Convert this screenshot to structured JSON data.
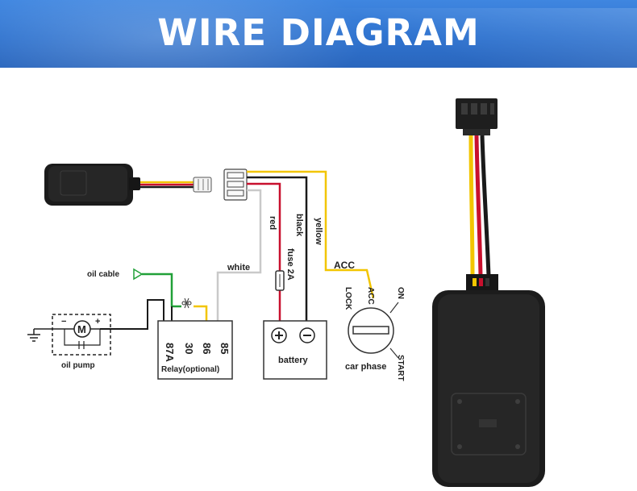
{
  "title": "WIRE DIAGRAM",
  "wires": {
    "white": "white",
    "red": "red",
    "black": "black",
    "yellow": "yellow",
    "acc": "ACC",
    "fuse": "fuse  2A"
  },
  "components": {
    "oil_cable": "oil cable",
    "oil_pump": "oil pump",
    "motor": "M",
    "relay": "Relay(optional)",
    "relay_pins": [
      "87A",
      "30",
      "86",
      "85"
    ],
    "battery": "battery",
    "car_phase": "car phase",
    "switch_positions": [
      "LOCK",
      "ACC",
      "ON",
      "START"
    ]
  },
  "colors": {
    "wire_red": "#c8102e",
    "wire_yellow": "#f2c500",
    "wire_black": "#1a1a1a",
    "wire_white": "#c9c9c9",
    "wire_green": "#21a038",
    "banner": "#3379d6"
  }
}
